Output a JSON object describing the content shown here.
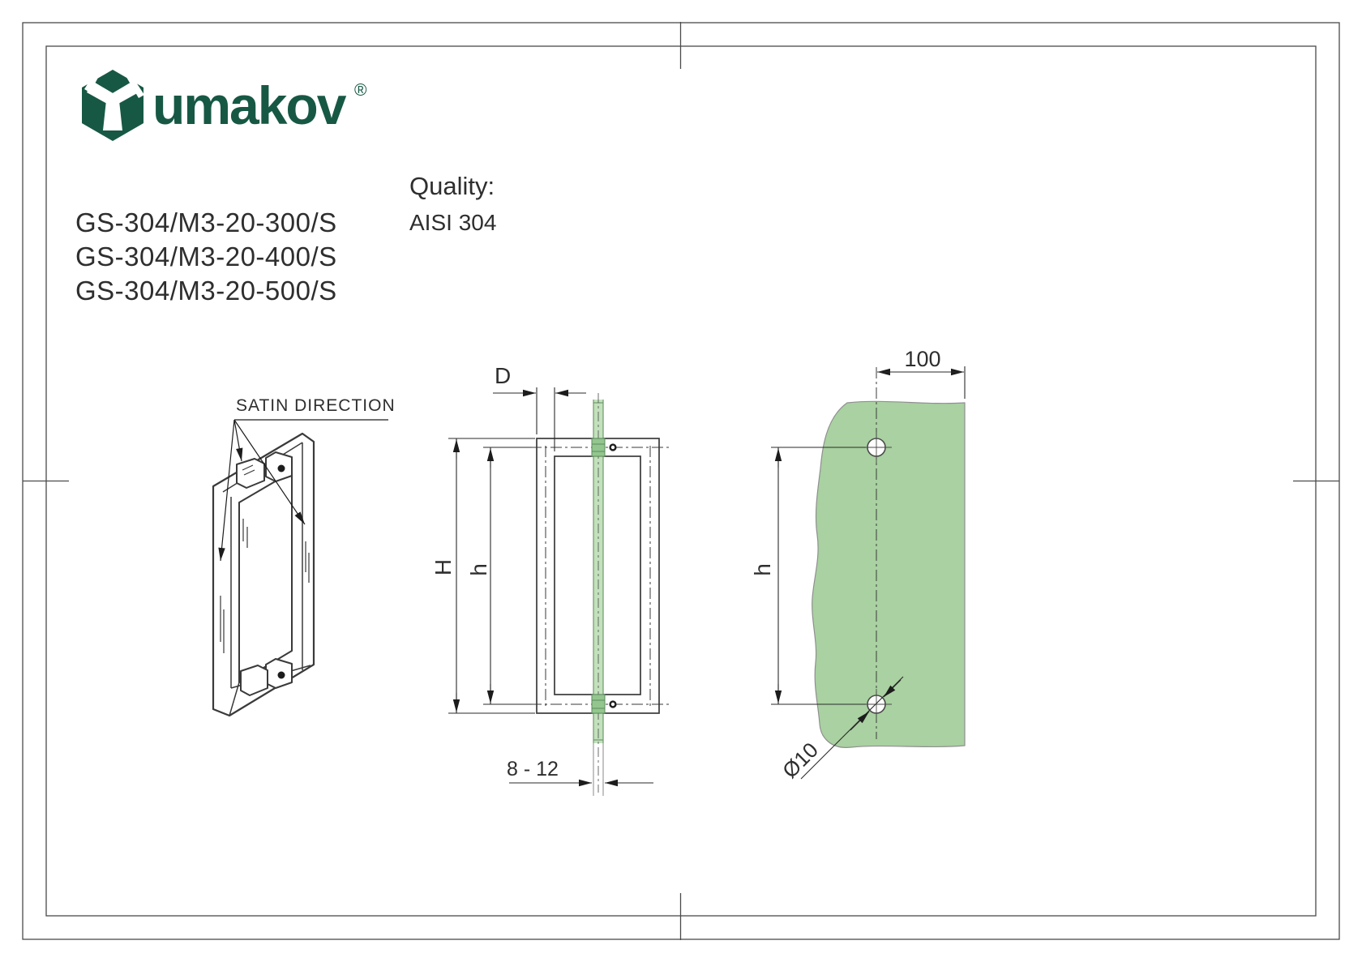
{
  "page": {
    "background": "#ffffff",
    "frame_color": "#4a4a4a"
  },
  "brand": {
    "wordmark": "umakov",
    "registered_mark": "®",
    "logo_green": "#175844"
  },
  "product": {
    "codes": [
      "GS-304/M3-20-300/S",
      "GS-304/M3-20-400/S",
      "GS-304/M3-20-500/S"
    ]
  },
  "quality": {
    "label": "Quality:",
    "value": "AISI 304"
  },
  "drawing": {
    "satin_direction_label": "SATIN DIRECTION",
    "dim_depth": "D",
    "dim_total_height": "H",
    "dim_hole_spacing": "h",
    "dim_hole_offset": "100",
    "dim_glass_thickness": "8 - 12",
    "dim_hole_diameter": "Ø10",
    "line_color": "#3a3a3a",
    "glass_panel_fill": "#a9d1a1",
    "glass_strip_fill": "#b8dcb0",
    "gasket_fill": "#93c68e"
  }
}
